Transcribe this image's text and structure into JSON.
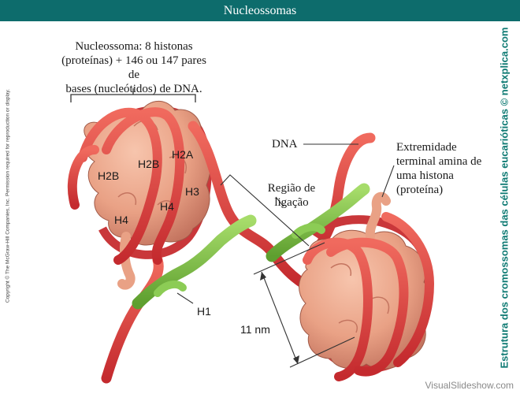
{
  "title": "Nucleossomas",
  "captions": {
    "nucleosome_line1": "Nucleossoma: 8 histonas",
    "nucleosome_line2": "(proteínas) + 146 ou 147 pares de",
    "nucleosome_line3": "bases (nucleótidos) de DNA.",
    "dna": "DNA",
    "terminal_line1": "Extremidade",
    "terminal_line2": "terminal amina de",
    "terminal_line3": "uma histona",
    "terminal_line4": "(proteína)",
    "linker_line1": "Região de",
    "linker_line2": "ligação",
    "h1": "H1",
    "length": "11 nm"
  },
  "histones": {
    "h2a": "H2A",
    "h2b_outer": "H2B",
    "h2b_inner": "H2B",
    "h3": "H3",
    "h4_inner": "H4",
    "h4_outer": "H4"
  },
  "copyright": "Copyright © The McGraw-Hill Companies, Inc. Permission required for reproduction or display.",
  "side_credit": "Estrutura dos cromossomas das células eucarióticas © netxplica.com",
  "watermark": "VisualSlideshow.com",
  "colors": {
    "title_bar": "#0d6c6c",
    "dna": "#e0363a",
    "histone": "#e9a185",
    "h1": "#7dc243",
    "credit": "#0e7a73"
  }
}
